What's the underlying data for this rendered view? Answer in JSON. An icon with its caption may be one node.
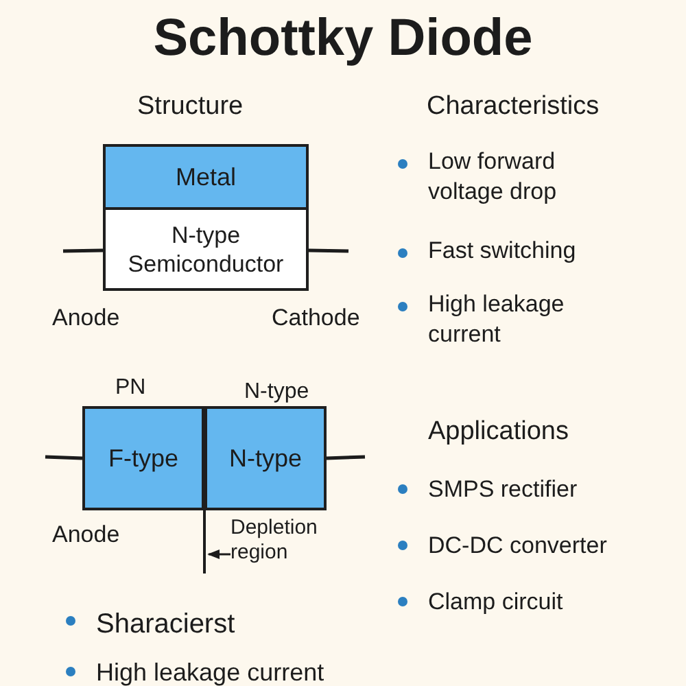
{
  "diagram": {
    "title": "Schottky Diode",
    "nodes": [
      {
        "text": [
          "Metal"
        ]
      },
      {
        "text": [
          "N-type Semiconductor"
        ]
      },
      {
        "text": [
          "F-type"
        ]
      },
      {
        "text": [
          "N-type"
        ]
      },
      {
        "text": [
          "Depletion region"
        ]
      }
    ],
    "edges": [
      {
        "from": null,
        "to": 1,
        "arrow": "none"
      },
      {
        "from": null,
        "to": 1,
        "arrow": "none"
      },
      {
        "from": null,
        "to": 2,
        "arrow": "none"
      },
      {
        "from": null,
        "to": 3,
        "arrow": "none"
      },
      {
        "from": 4,
        "to": null,
        "arrow": "to"
      }
    ],
    "labels": [
      "Structure",
      "Characteristics",
      "Low forward voltage drop",
      "Fast switching",
      "High leakage current",
      "Anode",
      "Cathode",
      "PN",
      "N-type",
      "Applications",
      "SMPS rectifier",
      "DC-DC converter",
      "Anode",
      "Clamp circuit",
      "Sharacierst",
      "High leakage current"
    ]
  }
}
